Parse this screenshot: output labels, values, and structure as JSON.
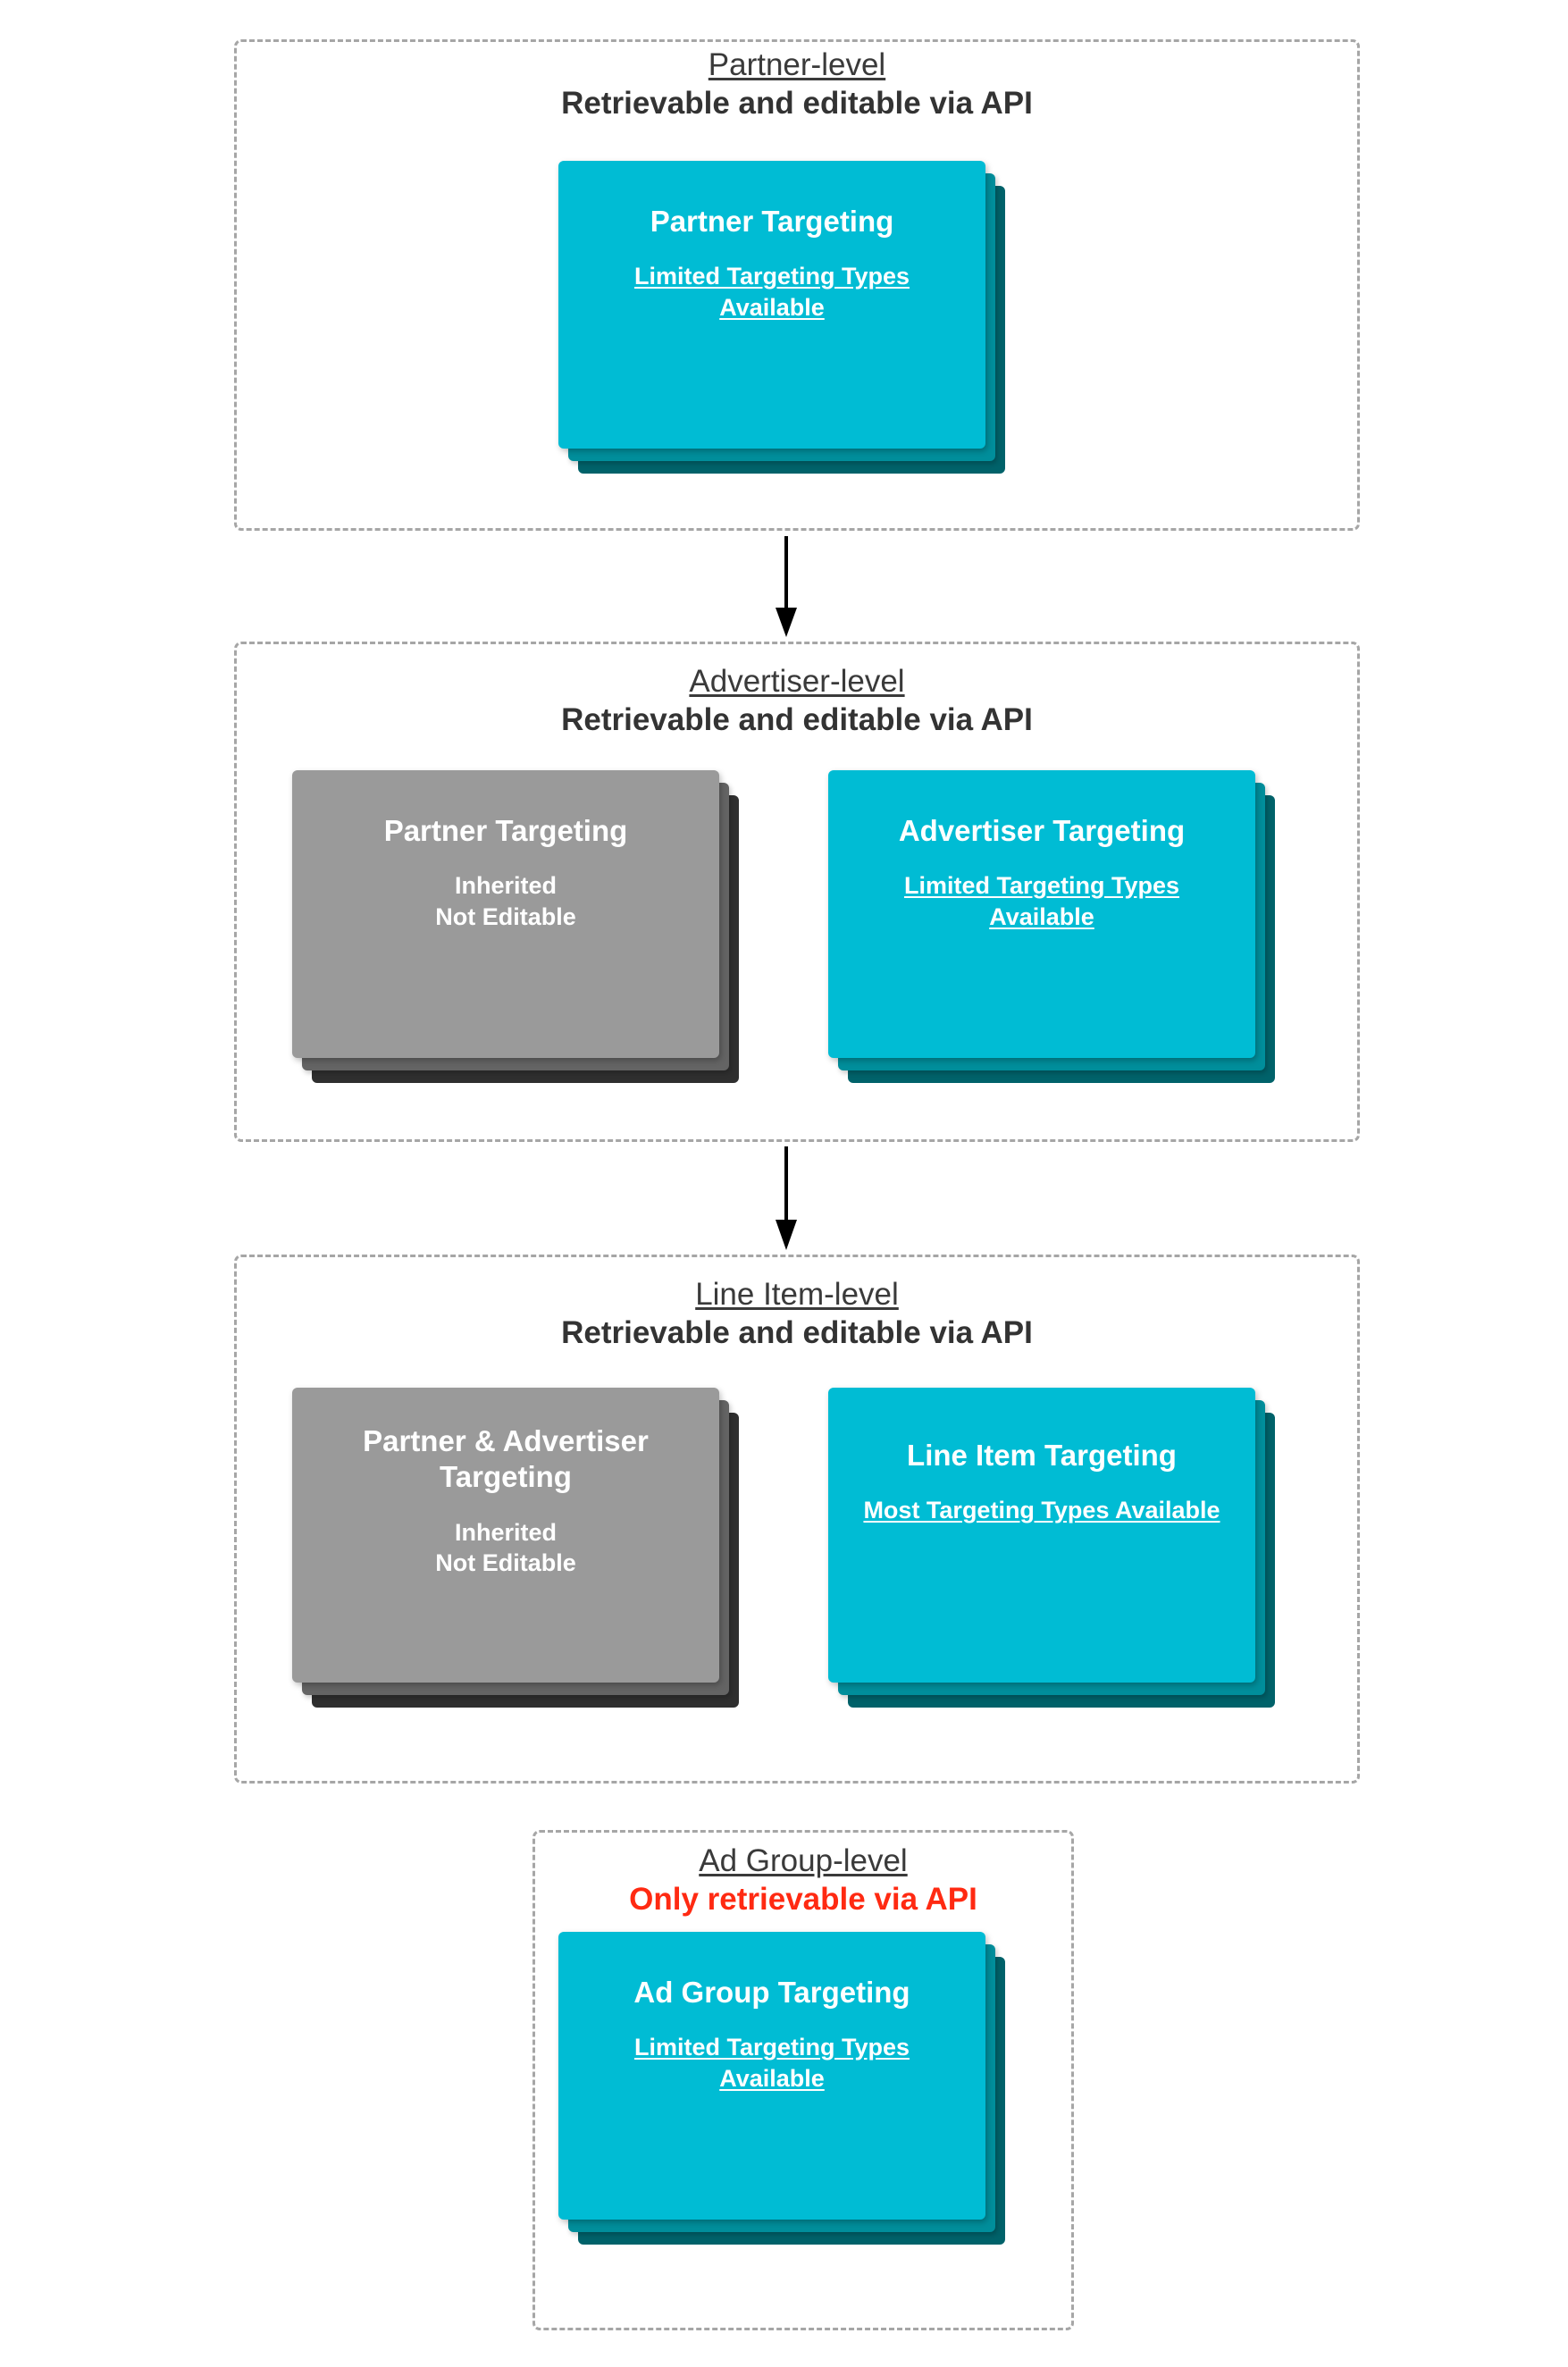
{
  "diagram": {
    "title_semantics": "targeting-inheritance-hierarchy",
    "colors": {
      "card_front_cyan": "#00bcd4",
      "card_mid_cyan": "#008e9b",
      "card_back_cyan": "#00626a",
      "card_front_gray": "#9a9a9a",
      "card_mid_gray": "#646464",
      "card_back_gray": "#2f2f2f",
      "danger_text": "#ff2a12",
      "heading_text": "#3a3a3a",
      "container_border": "#a6a6a6"
    }
  },
  "levels": [
    {
      "id": "partner-level",
      "name": "Partner-level",
      "api_note": "Retrievable and editable via API",
      "api_note_danger": false,
      "cards": [
        {
          "id": "partner-targeting",
          "variant": "cyan",
          "title": "Partner Targeting",
          "subtitle": "Limited Targeting Types Available",
          "subtitle_underlined": true
        }
      ]
    },
    {
      "id": "advertiser-level",
      "name": "Advertiser-level",
      "api_note": "Retrievable and editable via API",
      "api_note_danger": false,
      "cards": [
        {
          "id": "inherited-partner-targeting",
          "variant": "gray",
          "title": "Partner Targeting",
          "subtitle": "Inherited\nNot Editable",
          "subtitle_underlined": false
        },
        {
          "id": "advertiser-targeting",
          "variant": "cyan",
          "title": "Advertiser Targeting",
          "subtitle": "Limited Targeting Types Available",
          "subtitle_underlined": true
        }
      ]
    },
    {
      "id": "line-item-level",
      "name": "Line Item-level",
      "api_note": "Retrievable and editable via API",
      "api_note_danger": false,
      "cards": [
        {
          "id": "inherited-partner-advertiser-targeting",
          "variant": "gray",
          "title": "Partner & Advertiser Targeting",
          "subtitle": "Inherited\nNot Editable",
          "subtitle_underlined": false
        },
        {
          "id": "line-item-targeting",
          "variant": "cyan",
          "title": "Line Item Targeting",
          "subtitle": "Most Targeting Types Available",
          "subtitle_underlined": true
        }
      ]
    },
    {
      "id": "ad-group-level",
      "name": "Ad Group-level",
      "api_note": "Only retrievable via API",
      "api_note_danger": true,
      "cards": [
        {
          "id": "ad-group-targeting",
          "variant": "cyan",
          "title": "Ad Group Targeting",
          "subtitle": "Limited Targeting Types Available",
          "subtitle_underlined": true
        }
      ]
    }
  ],
  "connectors": [
    {
      "id": "partner-to-advertiser",
      "from": "partner-level",
      "to": "advertiser-level"
    },
    {
      "id": "advertiser-to-line-item",
      "from": "advertiser-level",
      "to": "line-item-level"
    }
  ]
}
